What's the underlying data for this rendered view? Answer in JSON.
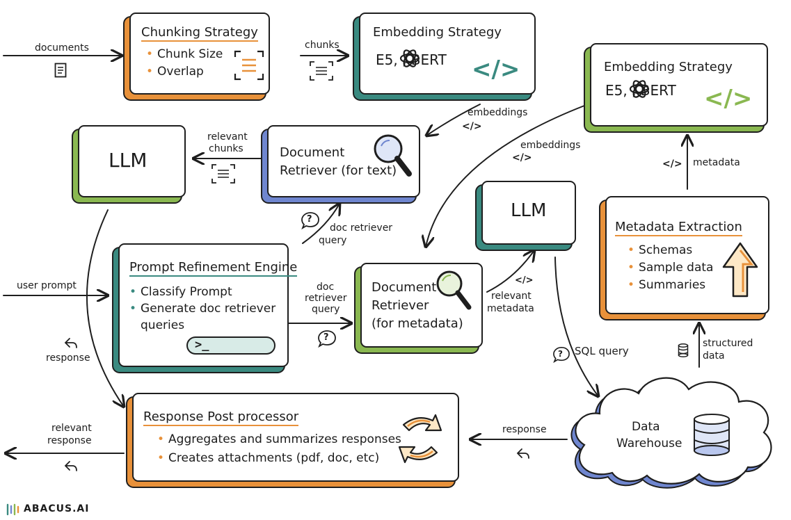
{
  "chunking": {
    "title": "Chunking Strategy",
    "bullets": [
      "Chunk Size",
      "Overlap"
    ]
  },
  "embed1": {
    "title": "Embedding Strategy",
    "models": "E5,       , BERT"
  },
  "embed2": {
    "title": "Embedding Strategy",
    "models": "E5,       , BERT"
  },
  "llm1": {
    "label": "LLM"
  },
  "llm2": {
    "label": "LLM"
  },
  "retriever_text": {
    "line1": "Document",
    "line2": "Retriever (for text)"
  },
  "retriever_meta": {
    "line1": "Document",
    "line2": "Retriever",
    "line3": "(for metadata)"
  },
  "prompt_engine": {
    "title": "Prompt Refinement Engine",
    "bullets": [
      "Classify Prompt",
      "Generate doc retriever",
      "queries"
    ]
  },
  "metadata_extraction": {
    "title": "Metadata Extraction",
    "bullets": [
      "Schemas",
      "Sample data",
      "Summaries"
    ]
  },
  "post_processor": {
    "title": "Response Post processor",
    "bullets": [
      "Aggregates and summarizes responses",
      "Creates attachments (pdf, doc, etc)"
    ]
  },
  "warehouse": {
    "line1": "Data",
    "line2": "Warehouse"
  },
  "edges": {
    "documents": "documents",
    "chunks": "chunks",
    "embeddings1": "embeddings",
    "relevant_chunks_1": "relevant",
    "relevant_chunks_2": "chunks",
    "embeddings2": "embeddings",
    "metadata": "metadata",
    "doc_retriever_query_1a": "doc retriever",
    "doc_retriever_query_1b": "query",
    "user_prompt": "user prompt",
    "response_left": "response",
    "doc_query_mid_1": "doc",
    "doc_query_mid_2": "retriever",
    "doc_query_mid_3": "query",
    "relevant_metadata_1": "relevant",
    "relevant_metadata_2": "metadata",
    "sql_query": "SQL query",
    "structured_1": "structured",
    "structured_2": "data",
    "response_bottom": "response",
    "relevant_response_1": "relevant",
    "relevant_response_2": "response"
  },
  "glyphs": {
    "code": "</>",
    "question": "?",
    "prompt": ">_"
  },
  "logo": {
    "text": "ABACUS.AI"
  },
  "colors": {
    "orange": "#e8913a",
    "teal": "#3a8a80",
    "green": "#8ab851",
    "blue": "#6f86cf",
    "ink": "#1e1e1e"
  }
}
